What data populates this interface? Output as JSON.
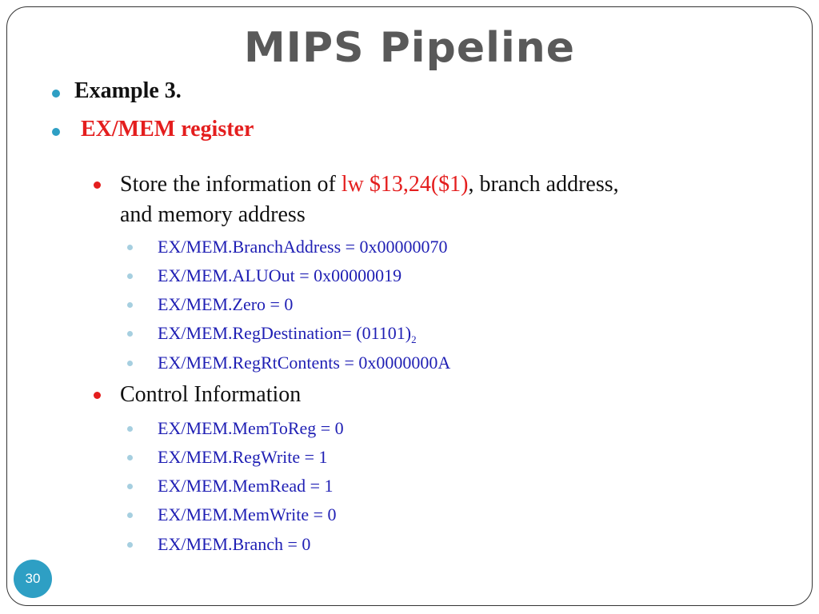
{
  "slide": {
    "title": "MIPS Pipeline",
    "page_number": "30"
  },
  "bullets": {
    "example": "Example 3.",
    "register": "EX/MEM register",
    "store_prefix": "Store the information of ",
    "store_highlight": "lw $13,24($1)",
    "store_suffix": ", branch address,",
    "store_line2": "and memory address",
    "data_items": [
      "EX/MEM.BranchAddress = 0x00000070",
      "EX/MEM.ALUOut = 0x00000019",
      "EX/MEM.Zero = 0",
      "EX/MEM.RegDestination= (01101)",
      "EX/MEM.RegRtContents = 0x0000000A"
    ],
    "regdest_subscript": "2",
    "control_heading": "Control Information",
    "control_items": [
      "EX/MEM.MemToReg = 0",
      "EX/MEM.RegWrite = 1",
      "EX/MEM.MemRead = 1",
      "EX/MEM.MemWrite = 0",
      "EX/MEM.Branch = 0"
    ]
  },
  "colors": {
    "title": "#595959",
    "level1_bullet": "#2e9fc4",
    "level2_bullet": "#e41e1e",
    "level3_bullet": "#a6cfe0",
    "highlight": "#e41e1e",
    "level3_text": "#1f1fb4",
    "page_badge": "#2e9fc4"
  }
}
